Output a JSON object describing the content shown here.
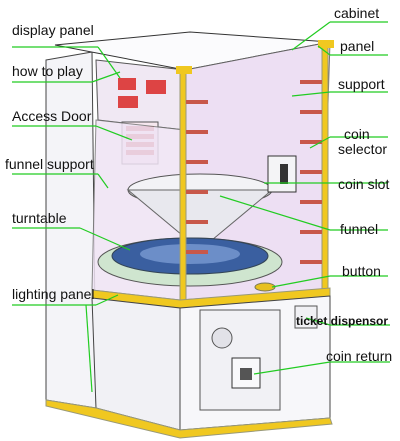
{
  "labels": {
    "display_panel": "display panel",
    "how_to_play": "how to play",
    "access_door": "Access Door",
    "funnel_support": "funnel support",
    "turntable": "turntable",
    "lighting_panel": "lighting panel",
    "cabinet": "cabinet",
    "panel": "panel",
    "support": "support",
    "coin_selector_line1": "coin",
    "coin_selector_line2": "selector",
    "coin_slot": "coin slot",
    "funnel": "funnel",
    "button": "button",
    "ticket_dispensor": "ticket dispensor",
    "coin_return": "coin return"
  },
  "colors": {
    "leader_line": "#22cc22",
    "frame_trim": "#f0c820",
    "glass_panel": "#ecdcf2",
    "cabinet_body": "#f7f7fa",
    "support_rods": "#c8584a"
  }
}
